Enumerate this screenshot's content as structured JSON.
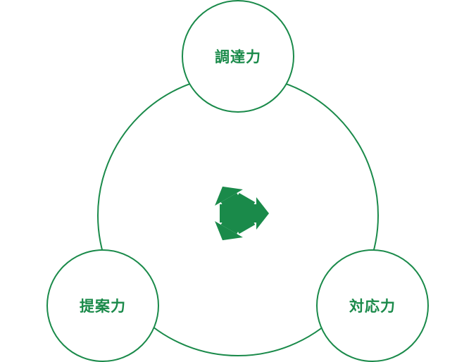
{
  "colors": {
    "accent": "#1a8a4a",
    "background": "#ffffff"
  },
  "center": {
    "icon": "recycle-icon"
  },
  "nodes": [
    {
      "label": "調達力"
    },
    {
      "label": "提案力"
    },
    {
      "label": "対応力"
    }
  ]
}
